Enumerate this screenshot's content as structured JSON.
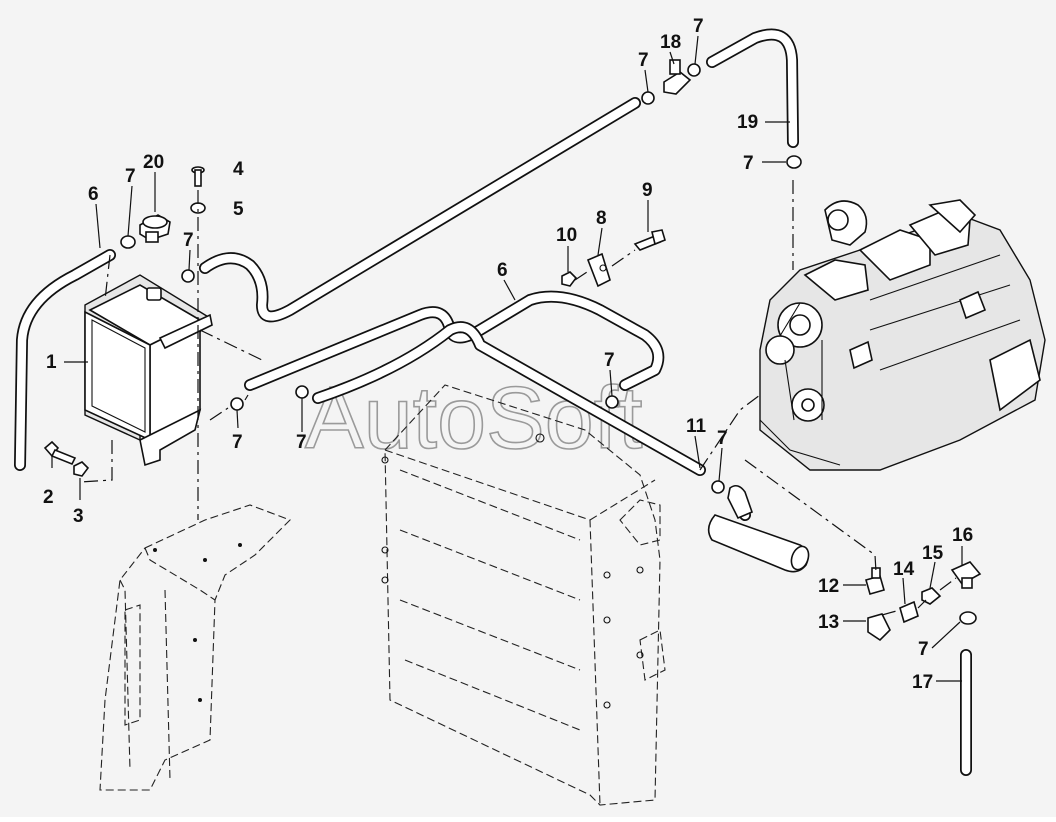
{
  "watermark": "AutoSoft",
  "callouts": {
    "c1": "1",
    "c2": "2",
    "c3": "3",
    "c4": "4",
    "c5": "5",
    "c6a": "6",
    "c6b": "6",
    "c7_tank_top": "7",
    "c7_tank_right": "7",
    "c7_lower_left": "7",
    "c7_mid": "7",
    "c7_center": "7",
    "c7_right_hose": "7",
    "c7_top_a": "7",
    "c7_top_b": "7",
    "c7_engine": "7",
    "c7_fitting": "7",
    "c8": "8",
    "c9": "9",
    "c10": "10",
    "c11": "11",
    "c12": "12",
    "c13": "13",
    "c14": "14",
    "c15": "15",
    "c16": "16",
    "c17": "17",
    "c18": "18",
    "c19": "19",
    "c20": "20"
  }
}
